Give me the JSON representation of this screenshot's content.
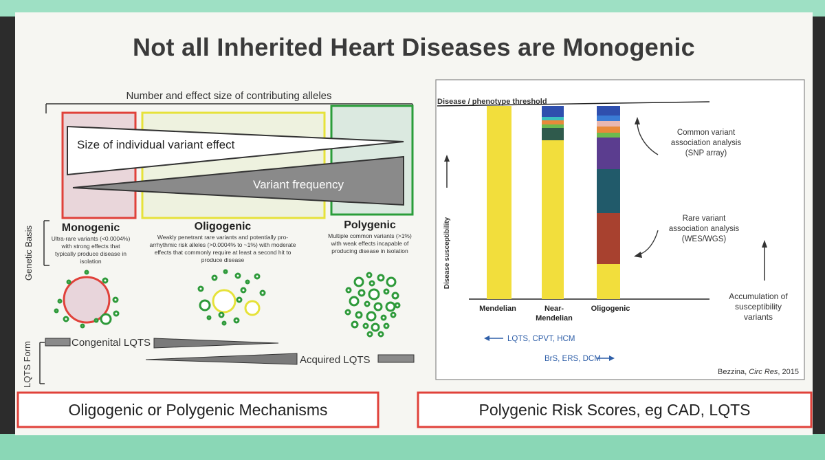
{
  "title": "Not all Inherited Heart Diseases are Monogenic",
  "left_panel": {
    "header": "Number and effect size of contributing alleles",
    "effect_label": "Size of individual variant effect",
    "frequency_label": "Variant frequency",
    "genetic_basis_label": "Genetic Basis",
    "categories": [
      {
        "name": "Monogenic",
        "lines": [
          "Ultra-rare variants (<0.0004%)",
          "with strong effects that",
          "typically produce disease in",
          "isolation"
        ]
      },
      {
        "name": "Oligogenic",
        "lines": [
          "Weakly penetrant rare variants and potentially pro-",
          "arrhythmic risk alleles (>0.0004% to ~1%) with moderate",
          "effects that commonly require at least a second hit to",
          "produce disease"
        ]
      },
      {
        "name": "Polygenic",
        "lines": [
          "Multiple common variants (>1%)",
          "with weak effects incapable of",
          "producing disease in isolation"
        ]
      }
    ],
    "lqts_form_label": "LQTS Form",
    "congenital_label": "Congenital LQTS",
    "acquired_label": "Acquired LQTS",
    "bottom_box": "Oligogenic or Polygenic Mechanisms",
    "colors": {
      "monogenic": "#e0413a",
      "oligogenic": "#e6e23a",
      "polygenic": "#2a9d3a",
      "circle": "#2e9a3a"
    }
  },
  "right_panel": {
    "threshold_label": "Disease / phenotype threshold",
    "y_axis_label": "Disease susceptibility",
    "bars": [
      "Mendelian",
      "Near-\nMendelian",
      "Oligogenic"
    ],
    "bar_label_lines": [
      [
        "Mendelian"
      ],
      [
        "Near-",
        "Mendelian"
      ],
      [
        "Oligogenic"
      ]
    ],
    "common_variant_lines": [
      "Common variant",
      "association analysis",
      "(SNP array)"
    ],
    "rare_variant_lines": [
      "Rare variant",
      "association analysis",
      "(WES/WGS)"
    ],
    "accumulation_lines": [
      "Accumulation of",
      "susceptibility",
      "variants"
    ],
    "lqts_arrow_label": "LQTS, CPVT, HCM",
    "brs_arrow_label": "BrS, ERS, DCM",
    "citation_author": "Bezzina,",
    "citation_journal": "Circ Res",
    "citation_year": ", 2015",
    "bottom_box": "Polygenic Risk Scores, eg CAD, LQTS"
  }
}
